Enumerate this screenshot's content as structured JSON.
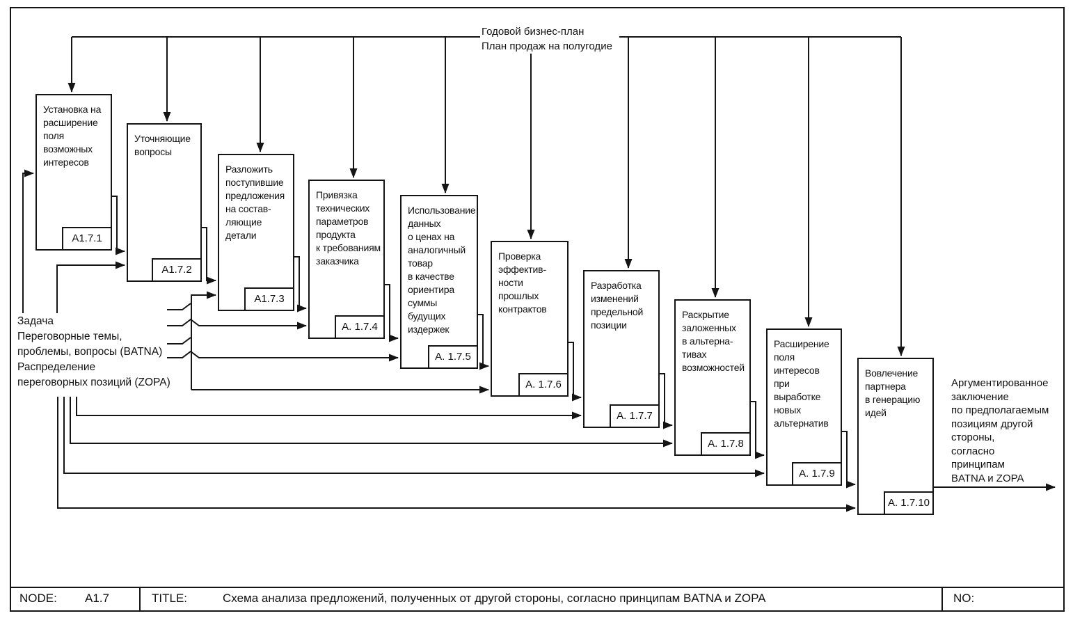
{
  "diagram": {
    "line_color": "#141414",
    "top_control_label": "Годовой бизнес-план\nПлан продаж на полугодие",
    "left_input_label": "Задача\nПереговорные темы,\nпроблемы, вопросы (BATNA)\nРаспределение\nпереговорных позиций (ZOPA)",
    "output_label": "Аргументированное\nзаключение\nпо предполагаемым\nпозициям другой\nстороны,\nсогласно\nпринципам\nBATNA и ZOPA",
    "nodes": [
      {
        "label": "Установка на\nрасширение\nполя\nвозможных\nинтересов",
        "tag": "A1.7.1"
      },
      {
        "label": "Уточняющие\nвопросы",
        "tag": "A1.7.2"
      },
      {
        "label": "Разложить\nпоступившие\nпредложения\nна состав-\nляющие\nдетали",
        "tag": "A1.7.3"
      },
      {
        "label": "Привязка\nтехнических\nпараметров\nпродукта\nк требованиям\nзаказчика",
        "tag": "A. 1.7.4"
      },
      {
        "label": "Использование\nданных\nо ценах на\nаналогичный\nтовар\nв качестве\nориентира\nсуммы\nбудущих\nиздержек",
        "tag": "A. 1.7.5"
      },
      {
        "label": "Проверка\nэффектив-\nности\nпрошлых\nконтрактов",
        "tag": "A. 1.7.6"
      },
      {
        "label": "Разработка\nизменений\nпредельной\nпозиции",
        "tag": "A. 1.7.7"
      },
      {
        "label": "Раскрытие\nзаложенных\nв альтерна-\nтивах\nвозможностей",
        "tag": "A. 1.7.8"
      },
      {
        "label": "Расширение\nполя\nинтересов\nпри\nвыработке\nновых\nальтернатив",
        "tag": "A. 1.7.9"
      },
      {
        "label": "Вовлечение\nпартнера\nв генерацию\nидей",
        "tag": "A. 1.7.10"
      }
    ]
  },
  "footer": {
    "node_label": "NODE:",
    "node_value": "A1.7",
    "title_label": "TITLE:",
    "title_value": "Схема анализа предложений, полученных от другой стороны, согласно принципам BATNA и ZOPA",
    "no_label": "NO:"
  }
}
